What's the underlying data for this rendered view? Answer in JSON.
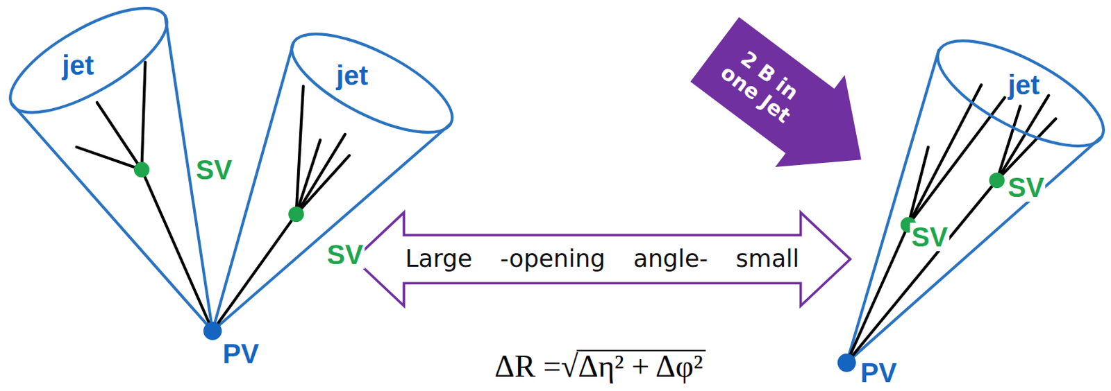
{
  "diagram": {
    "nodes": [
      {
        "text": [
          "jet"
        ]
      },
      {
        "text": [
          "jet"
        ]
      },
      {
        "text": [
          "Large -opening angle- small"
        ]
      },
      {
        "text": [
          "2 B in one Jet"
        ]
      },
      {
        "text": [
          "jet"
        ]
      }
    ],
    "labels": [
      "SV",
      "SV",
      "PV",
      "ΔR =√Δη² + Δφ²",
      "SV",
      "SV",
      "PV"
    ]
  }
}
